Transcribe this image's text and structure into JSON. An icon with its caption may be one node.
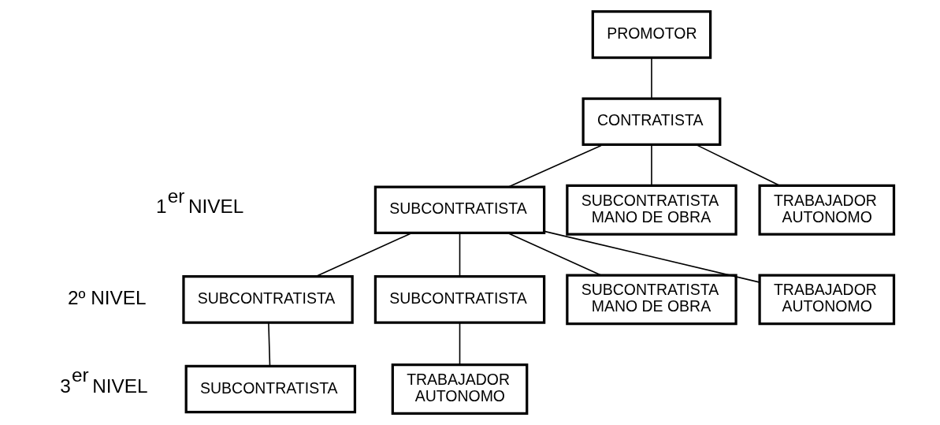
{
  "diagram": {
    "nodes": [
      {
        "text": [
          "PROMOTOR"
        ]
      },
      {
        "text": [
          "CONTRATISTA"
        ]
      },
      {
        "text": [
          "SUBCONTRATISTA"
        ]
      },
      {
        "text": [
          "SUBCONTRATISTA MANO DE OBRA"
        ]
      },
      {
        "text": [
          "TRABAJADOR AUTONOMO"
        ]
      },
      {
        "text": [
          "SUBCONTRATISTA"
        ]
      },
      {
        "text": [
          "SUBCONTRATISTA"
        ]
      },
      {
        "text": [
          "SUBCONTRATISTA MANO DE OBRA"
        ]
      },
      {
        "text": [
          "TRABAJADOR AUTONOMO"
        ]
      },
      {
        "text": [
          "SUBCONTRATISTA"
        ]
      },
      {
        "text": [
          "TRABAJADOR AUTONOMO"
        ]
      }
    ],
    "edges": [
      {
        "from": 0,
        "to": 1,
        "arrow": "none"
      },
      {
        "from": 1,
        "to": 2,
        "arrow": "none"
      },
      {
        "from": 1,
        "to": 3,
        "arrow": "none"
      },
      {
        "from": 1,
        "to": 4,
        "arrow": "none"
      },
      {
        "from": 2,
        "to": 5,
        "arrow": "none"
      },
      {
        "from": 2,
        "to": 6,
        "arrow": "none"
      },
      {
        "from": 2,
        "to": 7,
        "arrow": "none"
      },
      {
        "from": 2,
        "to": 8,
        "arrow": "none"
      },
      {
        "from": 5,
        "to": 9,
        "arrow": "none"
      },
      {
        "from": 6,
        "to": 10,
        "arrow": "none"
      }
    ],
    "labels": [
      "1$^{er}$ NIVEL",
      "2º NIVEL",
      "3$^{er}$ NIVEL"
    ]
  }
}
